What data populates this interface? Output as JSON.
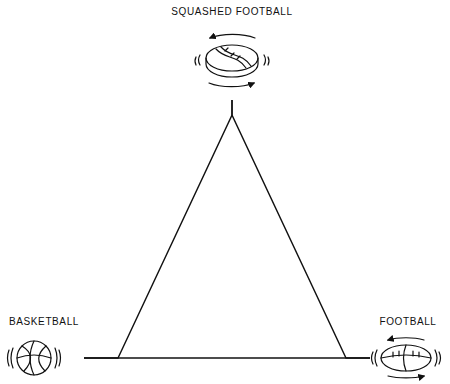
{
  "diagram": {
    "nodes": [
      {
        "text": [
          "SQUASHED FOOTBALL"
        ]
      },
      {
        "text": [
          "BASKETBALL"
        ]
      },
      {
        "text": [
          "FOOTBALL"
        ]
      }
    ],
    "edges": [
      {
        "from": 0,
        "to": 1,
        "arrow": "none"
      },
      {
        "from": 1,
        "to": 2,
        "arrow": "none"
      },
      {
        "from": 2,
        "to": 0,
        "arrow": "none"
      }
    ]
  }
}
